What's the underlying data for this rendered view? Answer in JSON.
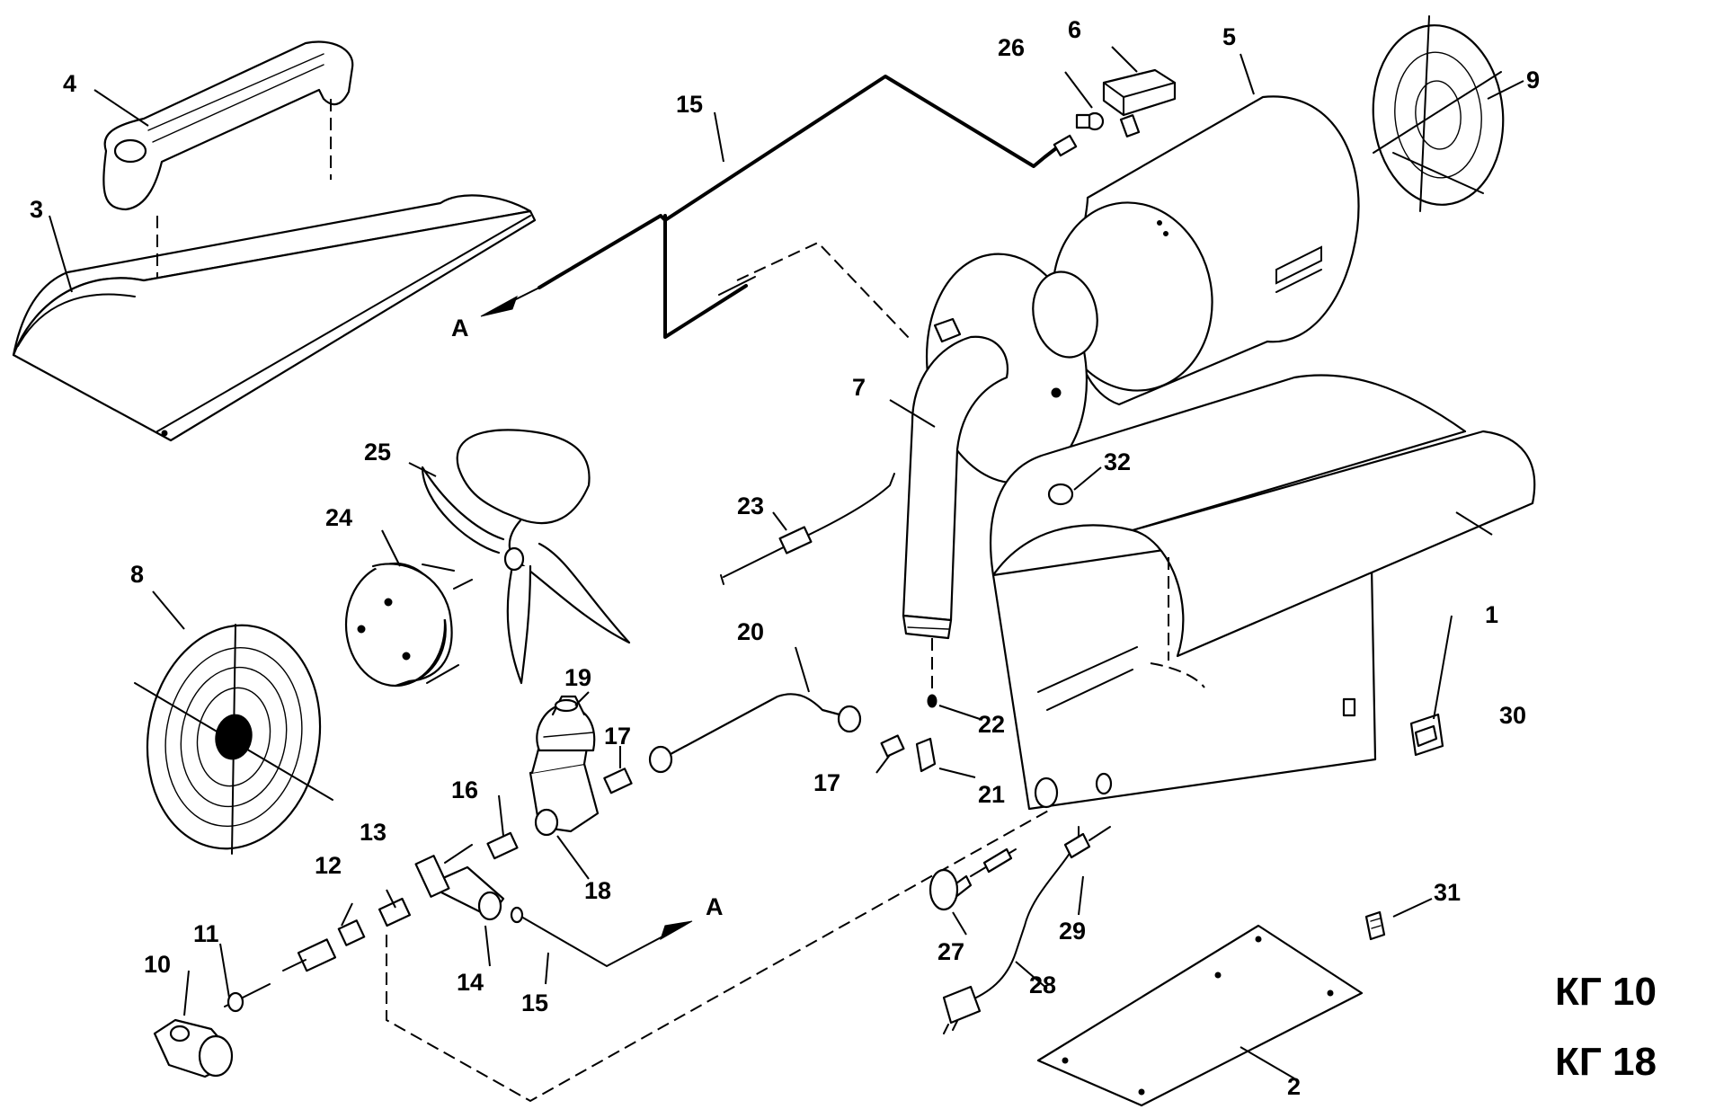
{
  "callouts": {
    "c1": "1",
    "c2": "2",
    "c3": "3",
    "c4": "4",
    "c5": "5",
    "c6": "6",
    "c7": "7",
    "c8": "8",
    "c9": "9",
    "c10": "10",
    "c11": "11",
    "c12": "12",
    "c13": "13",
    "c14": "14",
    "c15a": "15",
    "c15b": "15",
    "c16": "16",
    "c17a": "17",
    "c17b": "17",
    "c18": "18",
    "c19": "19",
    "c20": "20",
    "c21": "21",
    "c22": "22",
    "c23": "23",
    "c24": "24",
    "c25": "25",
    "c26": "26",
    "c27": "27",
    "c28": "28",
    "c29": "29",
    "c30": "30",
    "c31": "31",
    "c32": "32"
  },
  "connector_labels": {
    "upper": "A",
    "lower": "A"
  },
  "models": {
    "first": "КГ 10",
    "second": "КГ 18"
  }
}
